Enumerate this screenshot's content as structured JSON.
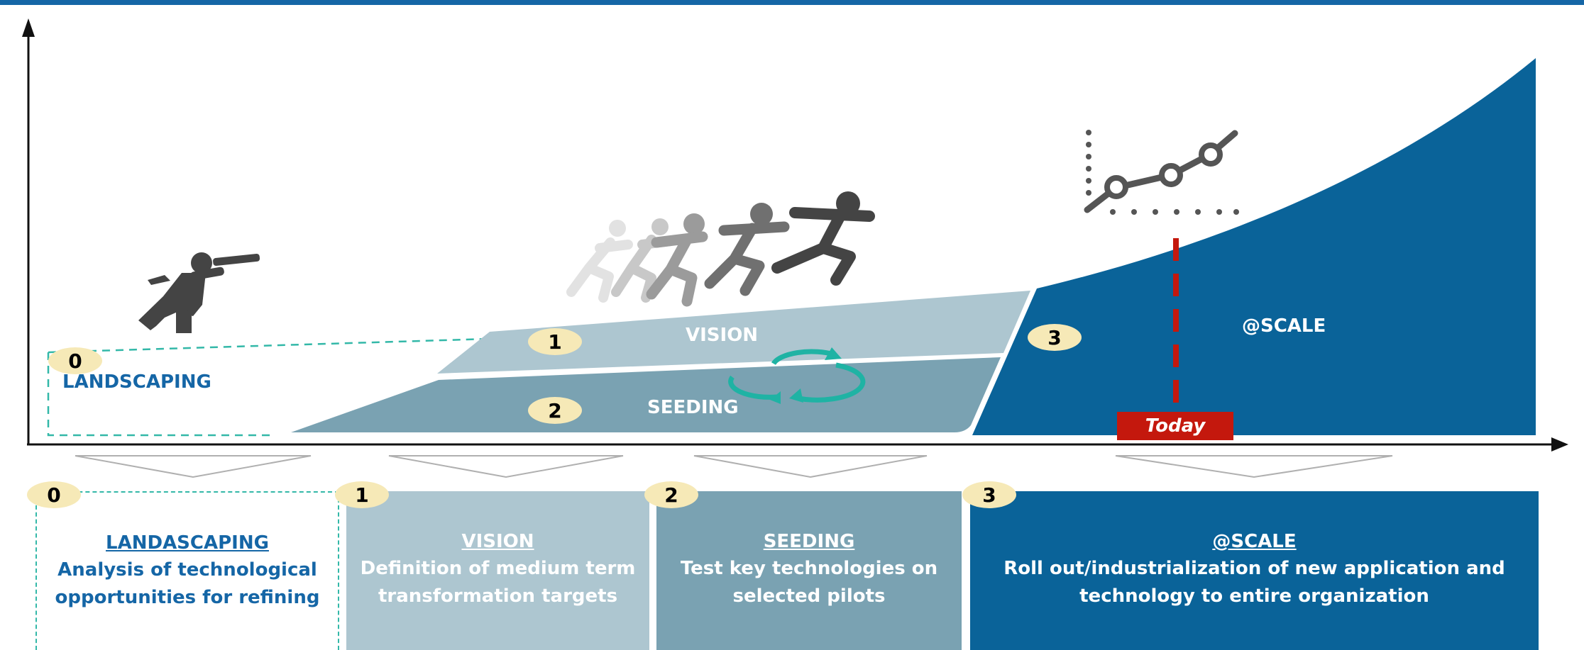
{
  "phases": [
    {
      "num": "0",
      "name": "LANDSCAPING",
      "card_title": "LANDASCAPING",
      "card_desc": [
        "Analysis of technological",
        "opportunities for refining"
      ]
    },
    {
      "num": "1",
      "name": "VISION",
      "card_title": "VISION",
      "card_desc": [
        "Definition of medium term",
        "transformation targets"
      ]
    },
    {
      "num": "2",
      "name": "SEEDING",
      "card_title": "SEEDING",
      "card_desc": [
        "Test key technologies on",
        "selected pilots"
      ]
    },
    {
      "num": "3",
      "name": "@SCALE",
      "card_title": "@SCALE",
      "card_desc": [
        "Roll out/industrialization of new application and",
        "technology to entire organization"
      ]
    }
  ],
  "today_label": "Today",
  "colors": {
    "top_rule": "#1566a6",
    "vision": "#adc6d0",
    "seeding": "#7aa2b2",
    "scale": "#0a6399",
    "dashed": "#33b8a8",
    "today": "#c4180d",
    "badge": "#f6e9b7"
  },
  "icons": [
    "telescope-person-icon",
    "running-people-icon",
    "cycle-arrows-icon",
    "growth-chart-icon"
  ]
}
